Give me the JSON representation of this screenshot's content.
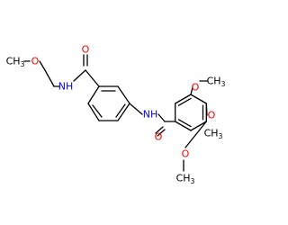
{
  "molecule": {
    "atoms": {
      "methyl_top": {
        "text": "CH",
        "sub": "3"
      },
      "ether_o": {
        "text": "O"
      },
      "amide1_nh": {
        "text": "NH"
      },
      "amide1_o": {
        "text": "O"
      },
      "amide2_nh": {
        "text": "NH"
      },
      "amide2_o": {
        "text": "O"
      },
      "methoxy_top_o": {
        "text": "O"
      },
      "methoxy_top_ch3": {
        "text": "CH",
        "sub": "3"
      },
      "methoxy_mid_o": {
        "text": "O"
      },
      "methoxy_mid_ch3": {
        "text": "CH",
        "sub": "3"
      },
      "methoxy_bot_o": {
        "text": "O"
      },
      "methoxy_bot_ch3": {
        "text": "CH",
        "sub": "3"
      }
    },
    "colors": {
      "bond": "#000000",
      "oxygen": "#ff0000",
      "nitrogen": "#0000ff",
      "carbon": "#000000"
    }
  }
}
